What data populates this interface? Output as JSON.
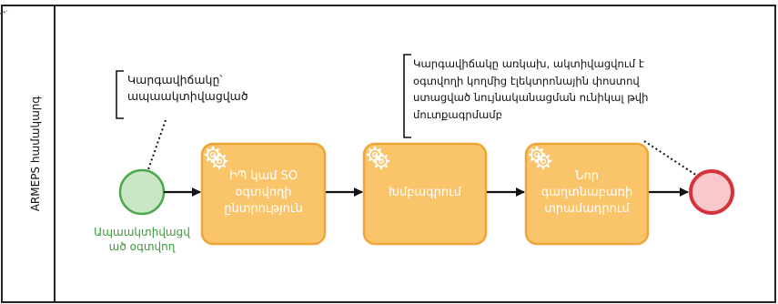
{
  "lane": {
    "label": "ARMEPS համակարգ"
  },
  "annotations": {
    "status": [
      "Կարգավիճակը՝",
      "ապաակտիվացված"
    ],
    "activation": [
      "Կարգավիճակը առկախ, ակտիվացվում է",
      "օգտվողի կողմից էլեկտրոնային փոստով",
      "ստացված նույնականացման ունիկալ թվի",
      "մուտքագրմամբ"
    ]
  },
  "start_event": {
    "label": [
      "Ապաակտիվացվ",
      "ած օգտվող"
    ]
  },
  "tasks": [
    {
      "lines": [
        "ԻՊ կամ SO",
        "օգտվողի",
        "ընտրություն"
      ],
      "icon": "gear-icon"
    },
    {
      "lines": [
        "Խմբագրում"
      ],
      "icon": "gear-icon"
    },
    {
      "lines": [
        "Նոր",
        "գաղտնաբառի",
        "տրամադրում"
      ],
      "icon": "gear-icon"
    }
  ],
  "colors": {
    "task_fill": "#f9c46a",
    "task_stroke": "#f0a53a",
    "start_fill": "#c9e7c6",
    "start_stroke": "#4aa84a",
    "end_fill": "#f7c8cc",
    "end_stroke": "#d6323a"
  }
}
